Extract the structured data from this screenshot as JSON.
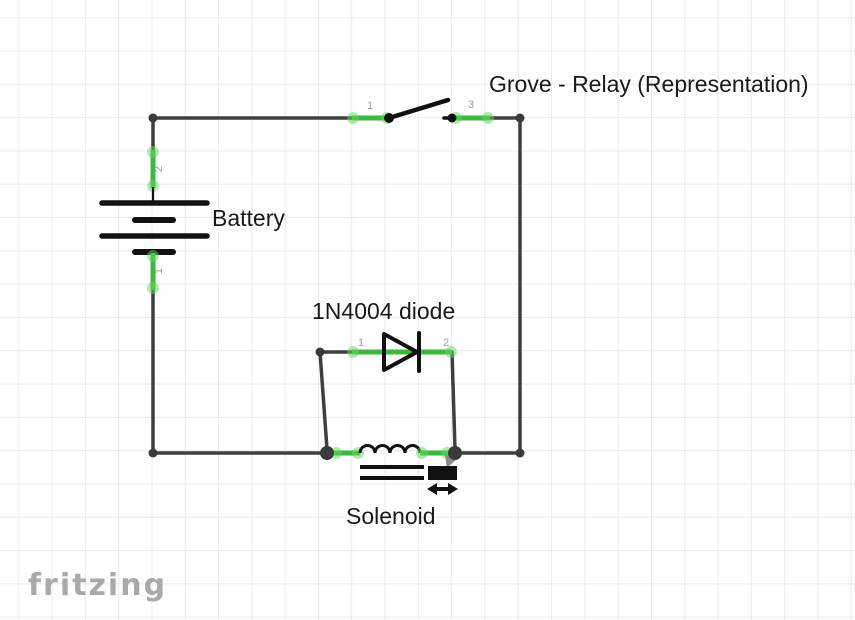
{
  "canvas": {
    "watermark": "fritzing"
  },
  "colors": {
    "wire": "#3f3f3f",
    "black": "#111111",
    "green": "#3cba3c",
    "glow": "rgba(97,214,97,0.5)",
    "dot": "#3a3a3a",
    "pin": "#9b9b9b",
    "text": "#1a1a1a",
    "logo": "#a9a9a9",
    "grid": "#e8ebee",
    "bg": "#ffffff",
    "graypart": "#8a8a8a"
  },
  "parts": {
    "relay": {
      "label": "Grove - Relay (Representation)",
      "pin1": "1",
      "pin3": "3"
    },
    "battery": {
      "label": "Battery",
      "pin1": "1",
      "pin2": "2"
    },
    "diode": {
      "label": "1N4004 diode",
      "pin1": "1",
      "pin2": "2"
    },
    "solenoid": {
      "label": "Solenoid"
    }
  }
}
